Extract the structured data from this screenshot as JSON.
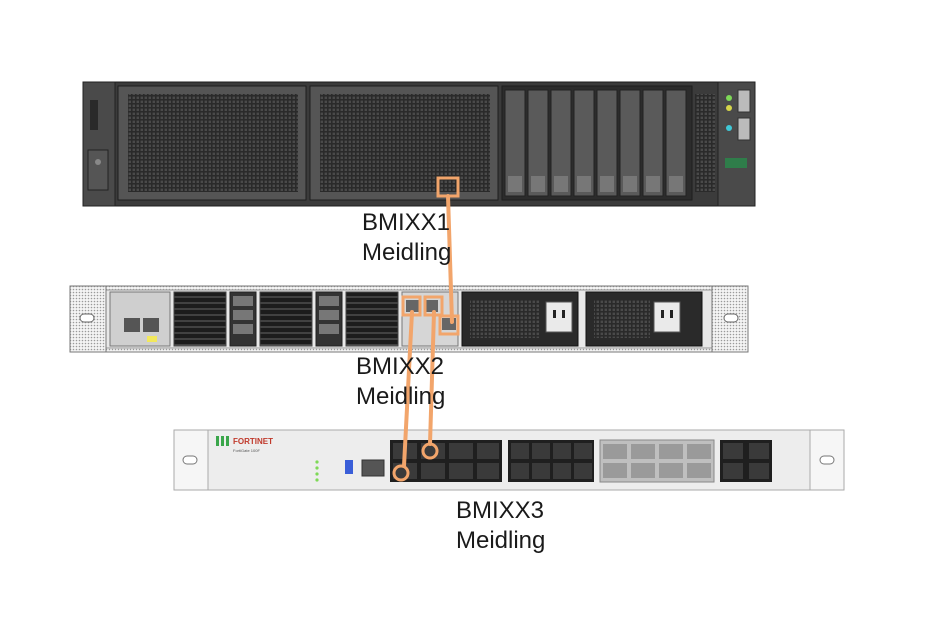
{
  "devices": [
    {
      "id": "server",
      "label_line1": "BMIXX1",
      "label_line2": "Meidling"
    },
    {
      "id": "switch",
      "label_line1": "BMIXX2",
      "label_line2": "Meidling"
    },
    {
      "id": "firewall",
      "label_line1": "BMIXX3",
      "label_line2": "Meidling",
      "brand": "FORTINET",
      "model": "FortiGate 100F"
    }
  ],
  "colors": {
    "cable": "#f2a56b",
    "server_body": "#3b3b3b",
    "switch_frame": "#e8e8e8",
    "firewall_body": "#ededed",
    "port_led": "#7ed957"
  },
  "connections": [
    {
      "from": "server",
      "to": "switch"
    },
    {
      "from": "switch",
      "to": "firewall"
    },
    {
      "from": "switch",
      "to": "firewall"
    }
  ]
}
